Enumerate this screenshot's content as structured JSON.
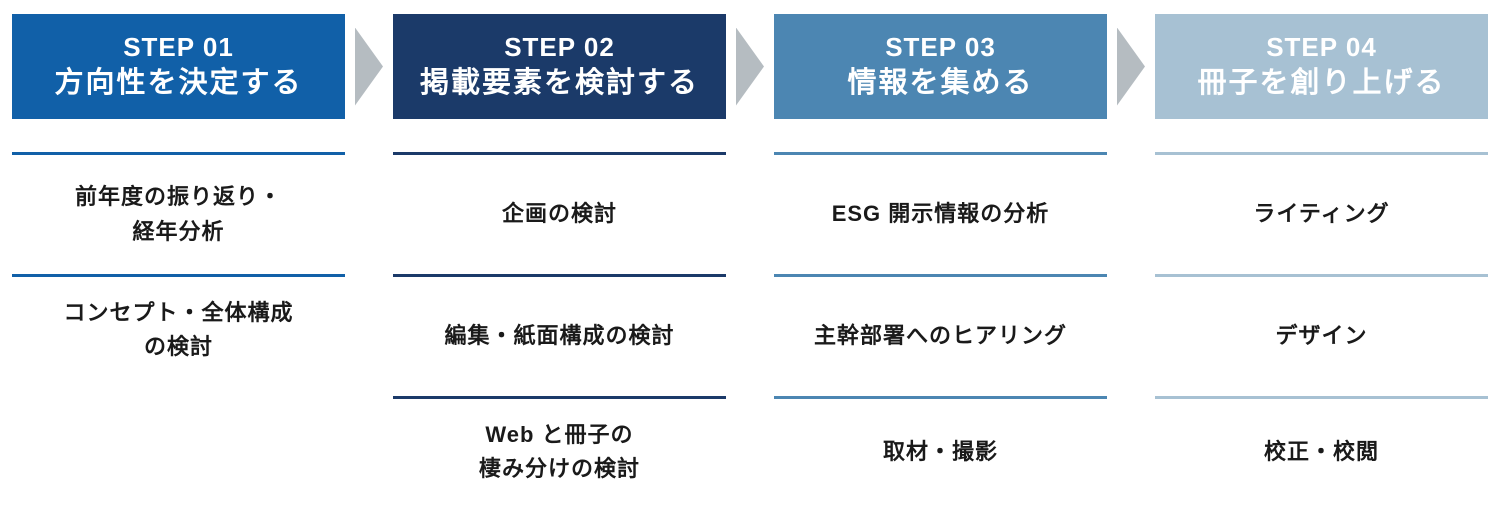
{
  "steps": [
    {
      "number": "STEP 01",
      "title": "方向性を決定する",
      "header_color": "#1160a8",
      "line_color": "#1160a8",
      "items": [
        "前年度の振り返り・\n経年分析",
        "コンセプト・全体構成\nの検討"
      ]
    },
    {
      "number": "STEP 02",
      "title": "掲載要素を検討する",
      "header_color": "#1b3a69",
      "line_color": "#1b3a69",
      "items": [
        "企画の検討",
        "編集・紙面構成の検討",
        "Web と冊子の\n棲み分けの検討"
      ]
    },
    {
      "number": "STEP 03",
      "title": "情報を集める",
      "header_color": "#4c86b2",
      "line_color": "#4c86b2",
      "items": [
        "ESG 開示情報の分析",
        "主幹部署へのヒアリング",
        "取材・撮影"
      ]
    },
    {
      "number": "STEP 04",
      "title": "冊子を創り上げる",
      "header_color": "#a7c1d3",
      "line_color": "#a7c1d3",
      "items": [
        "ライティング",
        "デザイン",
        "校正・校閲"
      ]
    }
  ],
  "arrow_color": "#b5bcc1",
  "text_color": "#1a1a1a",
  "header_text_color": "#ffffff"
}
